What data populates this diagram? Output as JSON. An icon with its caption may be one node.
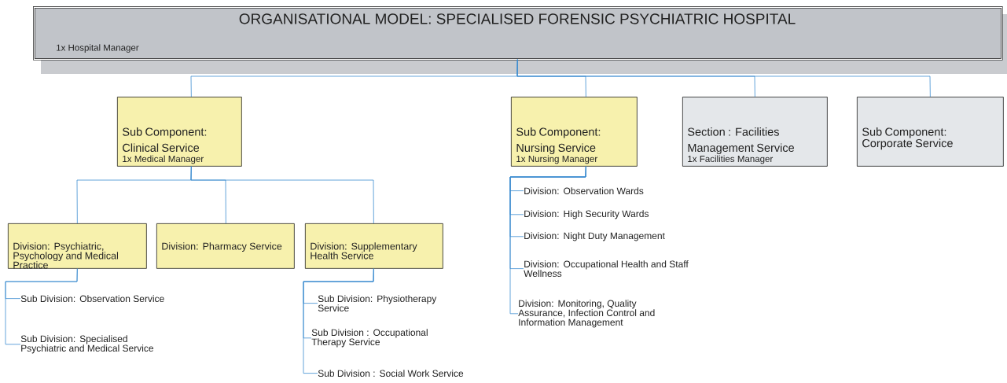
{
  "diagram": {
    "nodes": [
      {
        "text": [
          "ORGANISATIONAL MODEL:  SPECIALISED FORENSIC PSYCHIATRIC HOSPITAL",
          "1x Hospital Manager"
        ]
      },
      {
        "text": [
          "Sub Component: Clinical Service",
          "1x Medical Manager"
        ]
      },
      {
        "text": [
          "Sub Component: Nursing Service",
          "1x Nursing Manager"
        ]
      },
      {
        "text": [
          "Section : Facilities Management Service",
          "1x Facilities Manager"
        ]
      },
      {
        "text": [
          "Sub Component: Corporate Service"
        ]
      },
      {
        "text": [
          "Division: Psychiatric, Psychology and Medical Practice"
        ]
      },
      {
        "text": [
          "Division: Pharmacy Service"
        ]
      },
      {
        "text": [
          "Division: Supplementary Health Service"
        ]
      },
      {
        "text": [
          "Sub Division: Observation Service"
        ]
      },
      {
        "text": [
          "Sub Division: Specialised Psychiatric and Medical Service"
        ]
      },
      {
        "text": [
          "Sub Division: Physiotherapy Service"
        ]
      },
      {
        "text": [
          "Sub Division : Occupational Therapy Service"
        ]
      },
      {
        "text": [
          "Sub Division : Social Work Service"
        ]
      },
      {
        "text": [
          "Division: Observation Wards"
        ]
      },
      {
        "text": [
          "Division: High Security Wards"
        ]
      },
      {
        "text": [
          "Division:  Night Duty Management"
        ]
      },
      {
        "text": [
          "Division:  Occupational Health and Staff Wellness"
        ]
      },
      {
        "text": [
          "Division:  Monitoring, Quality Assurance, Infection Control and Information Management"
        ]
      }
    ],
    "edges": [
      {
        "from": 0,
        "to": 1,
        "arrow": "none"
      },
      {
        "from": 0,
        "to": 2,
        "arrow": "none"
      },
      {
        "from": 0,
        "to": 3,
        "arrow": "none"
      },
      {
        "from": 0,
        "to": 4,
        "arrow": "none"
      },
      {
        "from": 1,
        "to": 5,
        "arrow": "none"
      },
      {
        "from": 1,
        "to": 6,
        "arrow": "none"
      },
      {
        "from": 1,
        "to": 7,
        "arrow": "none"
      },
      {
        "from": 5,
        "to": 8,
        "arrow": "none"
      },
      {
        "from": 5,
        "to": 9,
        "arrow": "none"
      },
      {
        "from": 7,
        "to": 10,
        "arrow": "none"
      },
      {
        "from": 7,
        "to": 11,
        "arrow": "none"
      },
      {
        "from": 7,
        "to": 12,
        "arrow": "none"
      },
      {
        "from": 2,
        "to": 13,
        "arrow": "none"
      },
      {
        "from": 2,
        "to": 14,
        "arrow": "none"
      },
      {
        "from": 2,
        "to": 15,
        "arrow": "none"
      },
      {
        "from": 2,
        "to": 16,
        "arrow": "none"
      },
      {
        "from": 2,
        "to": 17,
        "arrow": "none"
      }
    ]
  }
}
